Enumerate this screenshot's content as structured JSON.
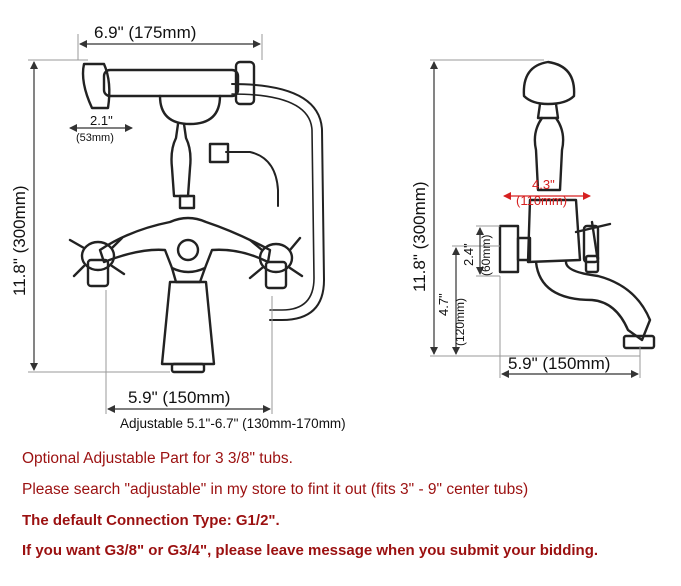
{
  "colors": {
    "dimension_text": "#111111",
    "dimension_red": "#d62020",
    "note_text": "#9b1010",
    "outline": "#222222",
    "guide_line": "#9a9a9a",
    "ghost_grey": "#dddddd"
  },
  "front_view": {
    "width_top": "6.9\" (175mm)",
    "handle_width": "2.1\"",
    "handle_width_mm": "(53mm)",
    "height": "11.8\" (300mm)",
    "base_width": "5.9\" (150mm)",
    "adjustable_range": "Adjustable 5.1\"-6.7\" (130mm-170mm)"
  },
  "side_view": {
    "height": "11.8\" (300mm)",
    "outlet_width": "4.3\"",
    "outlet_width_mm": "(110mm)",
    "inlet_height": "2.4\"",
    "inlet_height_mm": "(60mm)",
    "spout_height": "4.7\"",
    "spout_height_mm": "(120mm)",
    "spout_reach": "5.9\" (150mm)"
  },
  "notes": [
    "Optional Adjustable Part for 3 3/8\" tubs.",
    "Please search \"adjustable\" in my store to fint it out (fits 3\" - 9\" center tubs)",
    "The default Connection Type: G1/2\".",
    "If you want G3/8\" or G3/4\", please leave message when you submit your bidding."
  ]
}
